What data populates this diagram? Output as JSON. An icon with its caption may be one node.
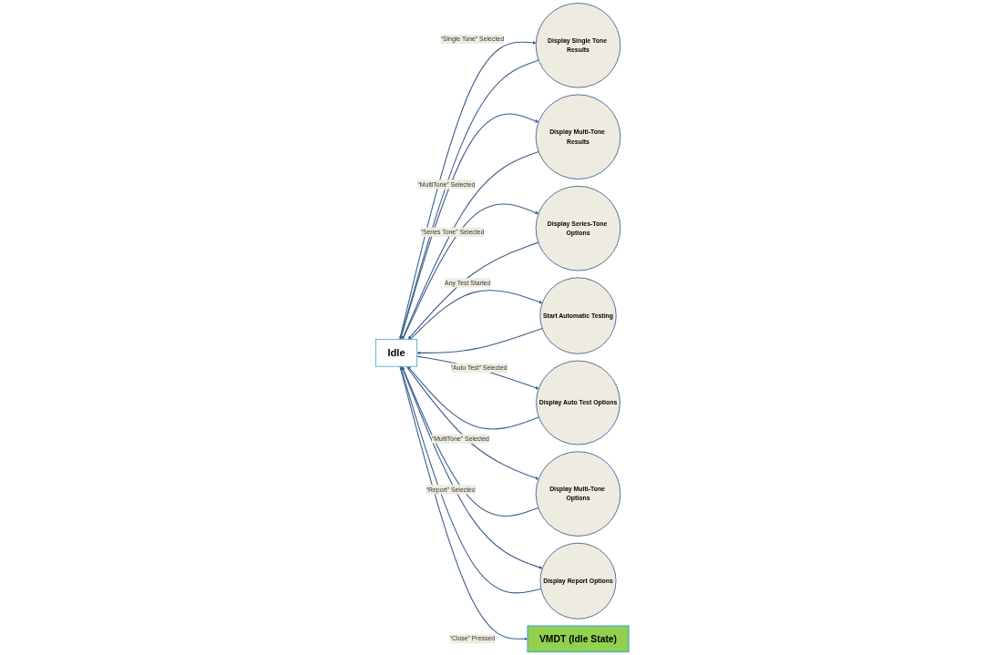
{
  "diagram": {
    "nodes": [
      {
        "text": [
          "Idle"
        ]
      },
      {
        "text": [
          "Display Single Tone Results"
        ]
      },
      {
        "text": [
          "Display Multi-Tone Results"
        ]
      },
      {
        "text": [
          "Display Series-Tone Options"
        ]
      },
      {
        "text": [
          "Start Automatic Testing"
        ]
      },
      {
        "text": [
          "Display Auto Test Options"
        ]
      },
      {
        "text": [
          "Display Multi-Tone Options"
        ]
      },
      {
        "text": [
          "Display Report Options"
        ]
      },
      {
        "text": [
          "VMDT (Idle State)"
        ]
      }
    ],
    "edges": [
      {
        "from": 0,
        "to": 1,
        "arrow": "to",
        "label": "“Single Tone” Selected"
      },
      {
        "from": 1,
        "to": 0,
        "arrow": "to"
      },
      {
        "from": 0,
        "to": 2,
        "arrow": "to",
        "label": "“MultiTone” Selected"
      },
      {
        "from": 2,
        "to": 0,
        "arrow": "to"
      },
      {
        "from": 0,
        "to": 3,
        "arrow": "to",
        "label": "“Series Tone” Selected"
      },
      {
        "from": 3,
        "to": 0,
        "arrow": "to"
      },
      {
        "from": 0,
        "to": 4,
        "arrow": "to",
        "label": "Any Test Started"
      },
      {
        "from": 4,
        "to": 0,
        "arrow": "to"
      },
      {
        "from": 0,
        "to": 5,
        "arrow": "to",
        "label": "“Auto Test” Selected"
      },
      {
        "from": 5,
        "to": 0,
        "arrow": "to"
      },
      {
        "from": 0,
        "to": 6,
        "arrow": "to",
        "label": "“MultiTone” Selected"
      },
      {
        "from": 6,
        "to": 0,
        "arrow": "to"
      },
      {
        "from": 0,
        "to": 7,
        "arrow": "to",
        "label": "“Report” Selected"
      },
      {
        "from": 7,
        "to": 0,
        "arrow": "to"
      },
      {
        "from": 0,
        "to": 8,
        "arrow": "to",
        "label": "“Close” Pressed"
      }
    ]
  }
}
